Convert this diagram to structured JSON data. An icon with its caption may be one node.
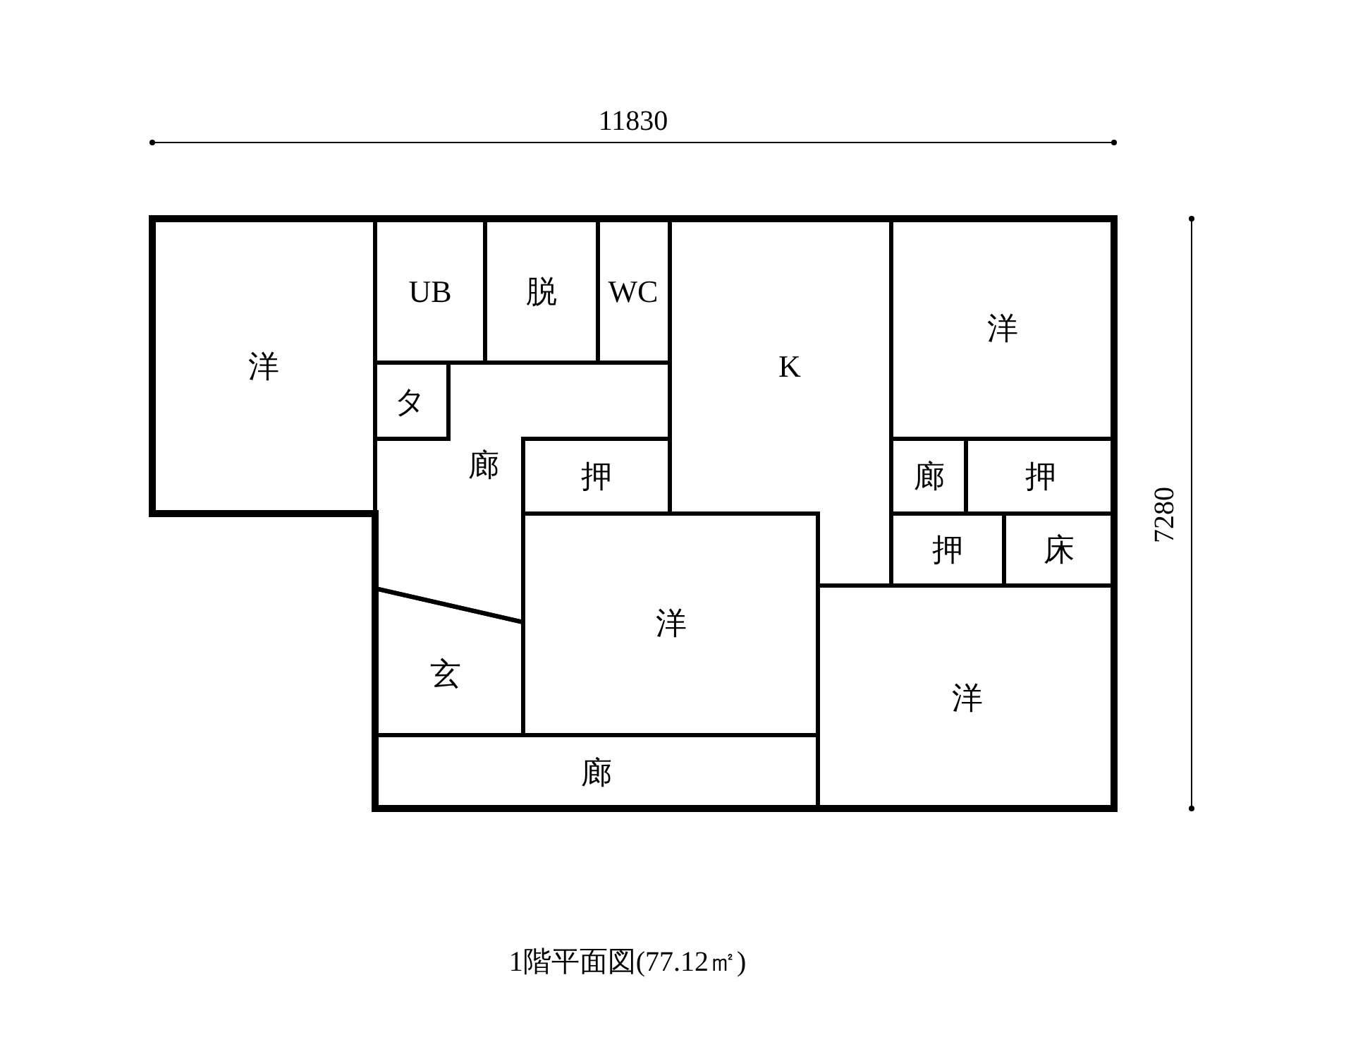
{
  "diagram": {
    "caption": "1階平面図(77.12㎡)",
    "nodes": [
      {
        "text": [
          "UB"
        ]
      },
      {
        "text": [
          "脱"
        ]
      },
      {
        "text": [
          "WC"
        ]
      },
      {
        "text": [
          "洋"
        ]
      },
      {
        "text": [
          "洋"
        ]
      },
      {
        "text": [
          "K"
        ]
      },
      {
        "text": [
          "タ"
        ]
      },
      {
        "text": [
          "廊"
        ]
      },
      {
        "text": [
          "押"
        ]
      },
      {
        "text": [
          "廊"
        ]
      },
      {
        "text": [
          "押"
        ]
      },
      {
        "text": [
          "押"
        ]
      },
      {
        "text": [
          "床"
        ]
      },
      {
        "text": [
          "洋"
        ]
      },
      {
        "text": [
          "玄"
        ]
      },
      {
        "text": [
          "洋"
        ]
      },
      {
        "text": [
          "廊"
        ]
      }
    ],
    "labels": [
      "11830",
      "7280"
    ]
  }
}
